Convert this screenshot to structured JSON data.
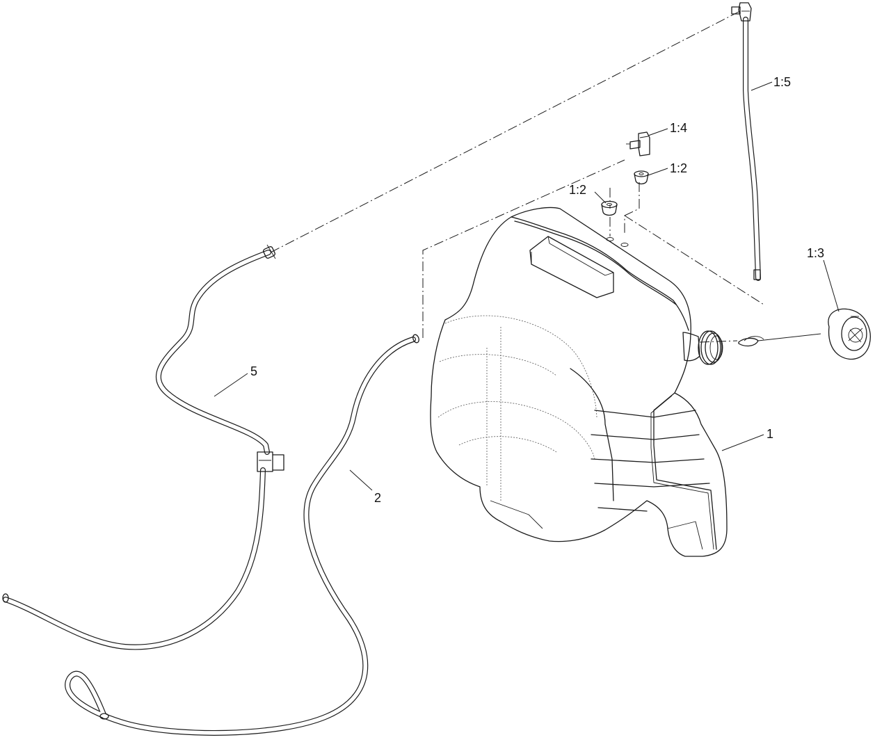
{
  "callouts": {
    "tank": "1",
    "hose_2": "2",
    "hose_5": "5",
    "grommet_left": "1:2",
    "grommet_right": "1:2",
    "cap": "1:3",
    "elbow_fitting": "1:4",
    "dipstick_tube": "1:5"
  }
}
